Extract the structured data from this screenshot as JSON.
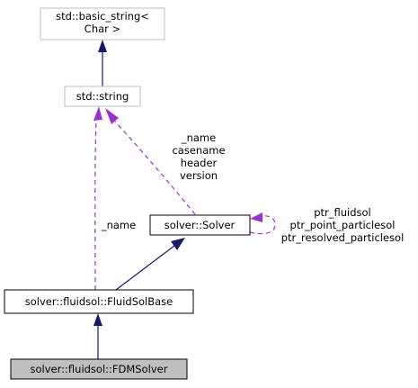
{
  "diagram": {
    "colors": {
      "inheritance_edge": "#191970",
      "usage_edge": "#9a32cd",
      "external_node_border": "#bfbfbf",
      "node_border": "#000000",
      "selected_node_fill": "#bfbfbf"
    },
    "nodes": {
      "basic_string": {
        "line1": "std::basic_string<",
        "line2": "Char >"
      },
      "string": {
        "label": "std::string"
      },
      "solver": {
        "label": "solver::Solver"
      },
      "fluidsolbase": {
        "label": "solver::fluidsol::FluidSolBase"
      },
      "fdmsolver": {
        "label": "solver::fluidsol::FDMSolver"
      }
    },
    "edge_labels": {
      "solver_to_string": [
        "_name",
        "casename",
        "header",
        "version"
      ],
      "solver_self": [
        "ptr_fluidsol",
        "ptr_point_particlesol",
        "ptr_resolved_particlesol"
      ],
      "fluidsolbase_to_string": "_name"
    }
  }
}
